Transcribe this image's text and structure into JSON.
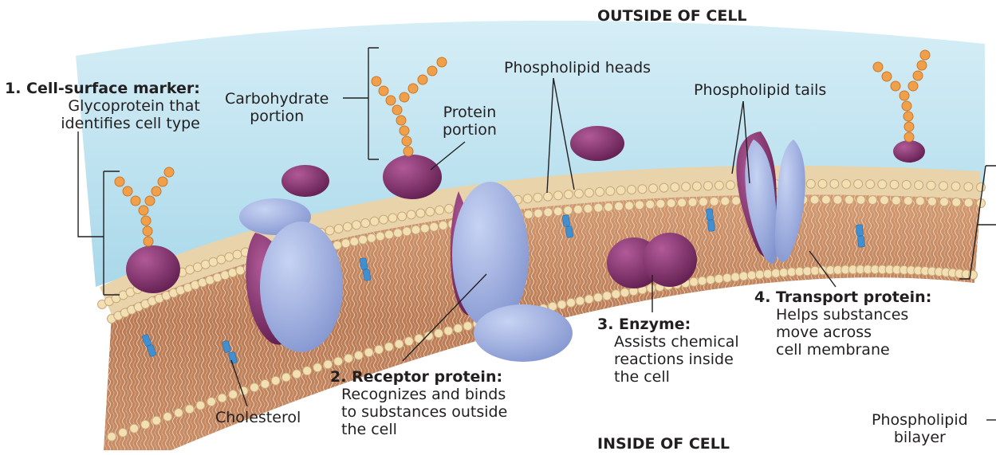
{
  "regions": {
    "outside": "OUTSIDE OF CELL",
    "inside": "INSIDE OF CELL"
  },
  "labels": {
    "marker_title": "1. Cell-surface marker:",
    "marker_desc_1": "Glycoprotein that",
    "marker_desc_2": "identifies cell type",
    "carb_1": "Carbohydrate",
    "carb_2": "portion",
    "protein_1": "Protein",
    "protein_2": "portion",
    "heads": "Phospholipid heads",
    "tails": "Phospholipid tails",
    "receptor_title": "2. Receptor protein:",
    "receptor_desc_1": "Recognizes and binds",
    "receptor_desc_2": "to substances outside",
    "receptor_desc_3": "the cell",
    "enzyme_title": "3. Enzyme:",
    "enzyme_desc_1": "Assists chemical",
    "enzyme_desc_2": "reactions inside",
    "enzyme_desc_3": "the cell",
    "transport_title": "4. Transport protein:",
    "transport_desc_1": "Helps substances",
    "transport_desc_2": "move across",
    "transport_desc_3": "cell membrane",
    "cholesterol": "Cholesterol",
    "bilayer_1": "Phospholipid",
    "bilayer_2": "bilayer"
  },
  "colors": {
    "outside_fluid": "#bfe3ef",
    "membrane_interior": "#c58a63",
    "phospholipid_head": "#f3dfb4",
    "glycoprotein": "#7b2a66",
    "receptor_transport": "#a7b7e3",
    "carbohydrate": "#f0a04b",
    "cholesterol": "#3f8fd1"
  }
}
